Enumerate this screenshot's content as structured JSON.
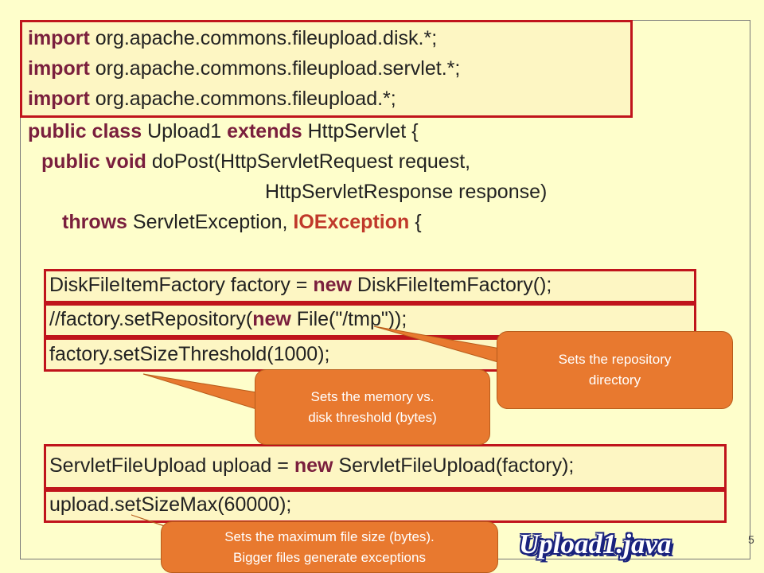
{
  "imports": [
    {
      "kw": "import",
      "text": " org.apache.commons.fileupload.disk.*;"
    },
    {
      "kw": "import",
      "text": " org.apache.commons.fileupload.servlet.*;"
    },
    {
      "kw": "import",
      "text": " org.apache.commons.fileupload.*;"
    }
  ],
  "class_decl": {
    "kw1": "public class",
    "name": " Upload1 ",
    "kw2": "extends",
    "rest": " HttpServlet {"
  },
  "method_decl": {
    "kw": "public void",
    "text": " doPost(HttpServletRequest request,"
  },
  "method_cont": "HttpServletResponse response)",
  "throws_line": {
    "kw": "throws",
    "text": " ServletException, ",
    "kw2": "IOException",
    "rest": " {"
  },
  "factory_line": {
    "a": "DiskFileItemFactory factory = ",
    "kw": "new",
    "b": " DiskFileItemFactory();"
  },
  "repo_line": {
    "a": "//factory.setRepository(",
    "kw": "new",
    "b": " File(\"/tmp\"));"
  },
  "threshold_line": "factory.setSizeThreshold(1000);",
  "upload_line": {
    "a": "ServletFileUpload upload = ",
    "kw": "new",
    "b": " ServletFileUpload(factory);"
  },
  "sizemax_line": "upload.setSizeMax(60000);",
  "callouts": {
    "repository": [
      "Sets the repository",
      "directory"
    ],
    "threshold": [
      "Sets the memory vs.",
      "disk threshold (bytes)"
    ],
    "maxsize": [
      "Sets the maximum file size (bytes).",
      "Bigger files generate exceptions"
    ]
  },
  "title": "Upload1.java",
  "page_number": "5",
  "colors": {
    "background": "#fefecb",
    "keyword": "#7a1f3d",
    "box_border": "#c0141c",
    "callout": "#e8792f"
  }
}
